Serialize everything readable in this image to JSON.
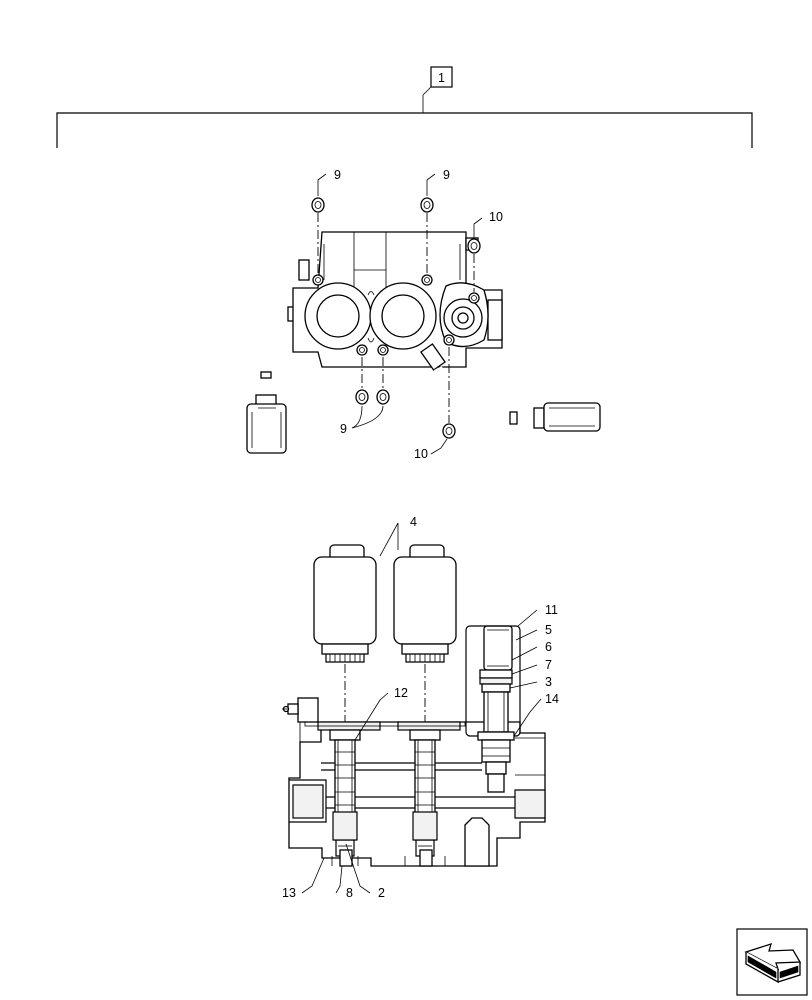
{
  "callouts": {
    "assembly": "1",
    "c9a": "9",
    "c9b": "9",
    "c10a": "10",
    "c9c": "9",
    "c10b": "10",
    "c4": "4",
    "c11": "11",
    "c5": "5",
    "c6": "6",
    "c7": "7",
    "c3": "3",
    "c14": "14",
    "c12": "12",
    "c13": "13",
    "c8": "8",
    "c2": "2"
  },
  "icons": {
    "nav": "next-page-arrow-icon"
  }
}
